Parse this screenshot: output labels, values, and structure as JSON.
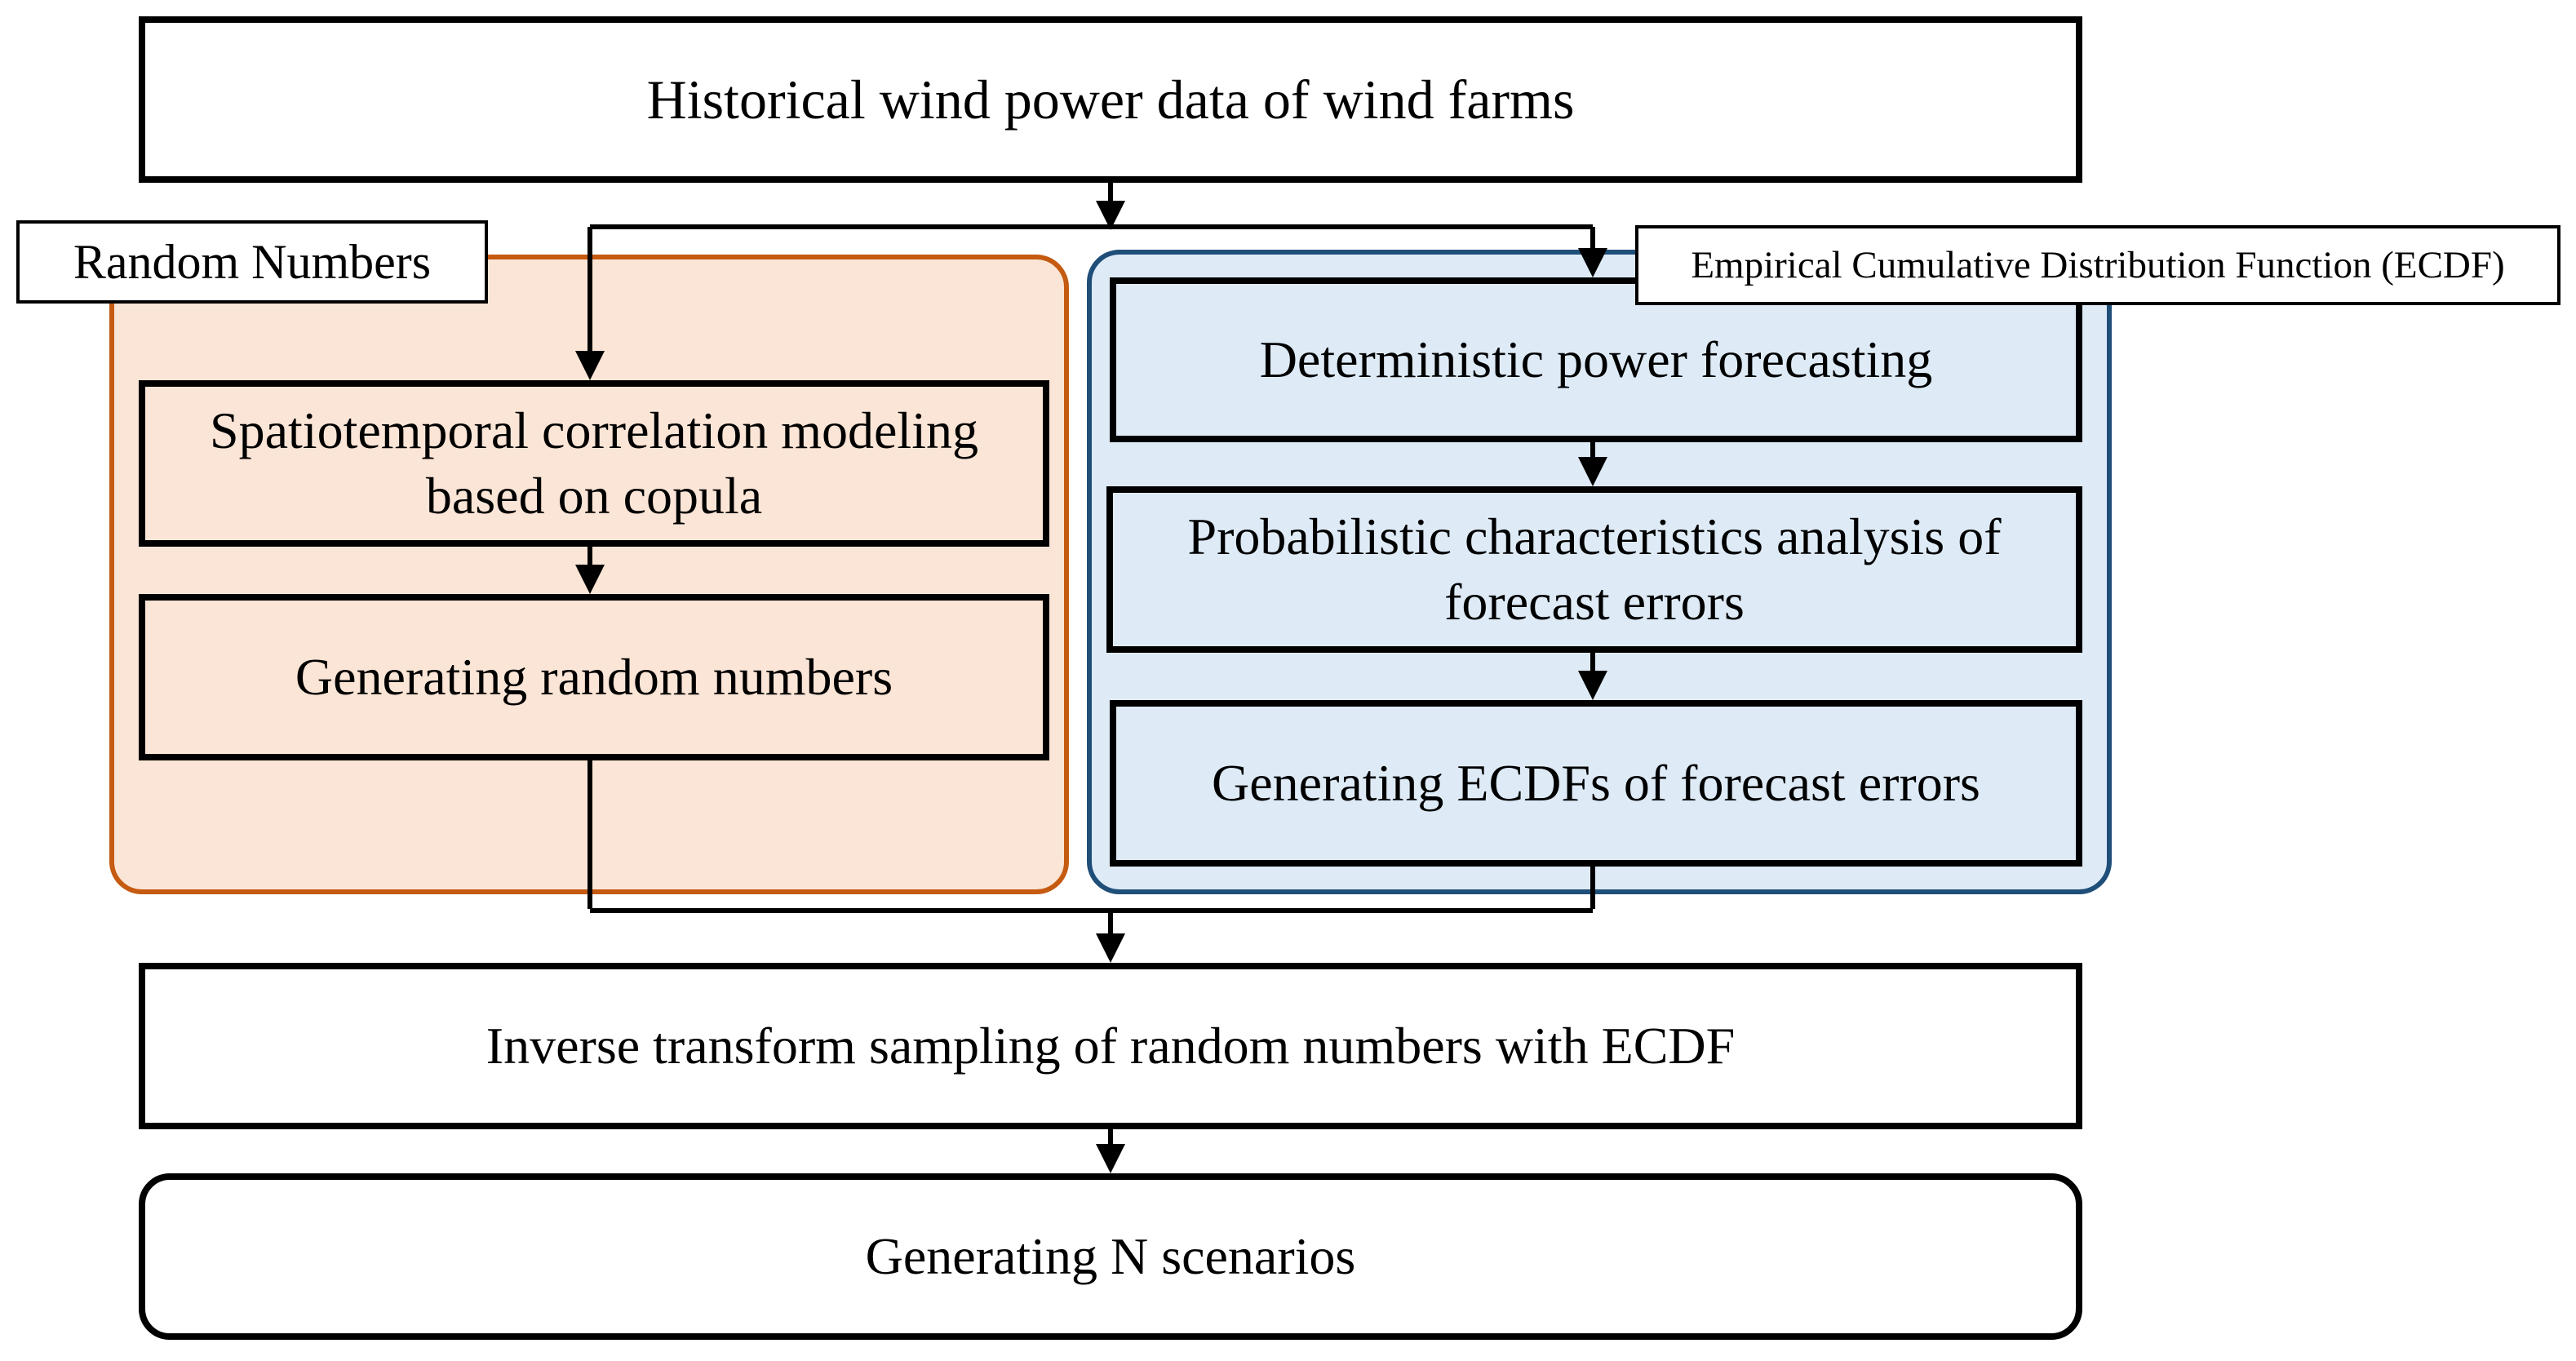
{
  "colors": {
    "line": "#000000",
    "node_border": "#000000",
    "left_group_fill": "#fbe5d6",
    "left_group_border": "#c55a11",
    "right_group_fill": "#deebf7",
    "right_group_border": "#1f4e79",
    "plain_fill": "#ffffff"
  },
  "groups": {
    "random_numbers": {
      "label": "Random Numbers"
    },
    "ecdf": {
      "label": "Empirical Cumulative Distribution Function (ECDF)"
    }
  },
  "nodes": {
    "historical": {
      "text": "Historical wind power data of wind farms"
    },
    "spatiotemporal": {
      "line1": "Spatiotemporal correlation modeling",
      "line2": "based on copula"
    },
    "generating_random": {
      "text": "Generating random numbers"
    },
    "deterministic": {
      "text": "Deterministic power forecasting"
    },
    "probabilistic": {
      "line1": "Probabilistic characteristics analysis of",
      "line2": "forecast errors"
    },
    "generating_ecdfs": {
      "text": "Generating ECDFs of forecast errors"
    },
    "inverse": {
      "text": "Inverse transform sampling of random numbers with ECDF"
    },
    "scenarios": {
      "text": "Generating N scenarios"
    }
  }
}
